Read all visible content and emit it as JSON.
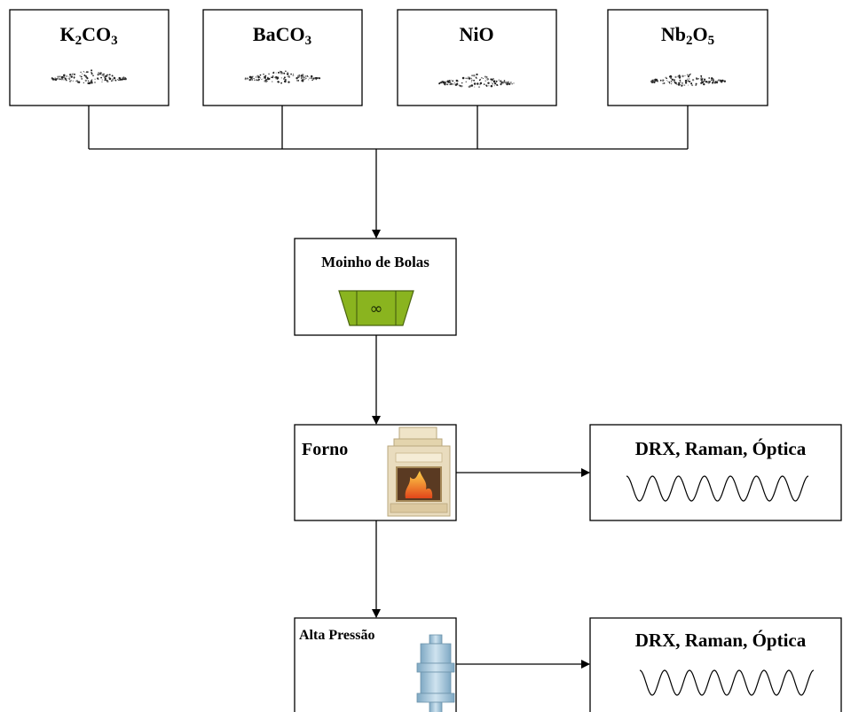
{
  "reagents": [
    {
      "name": "K",
      "sub": "2",
      "rest": "CO",
      "sub2": "3"
    },
    {
      "name": "BaCO",
      "sub": "3",
      "rest": "",
      "sub2": ""
    },
    {
      "name": "NiO",
      "sub": "",
      "rest": "",
      "sub2": ""
    },
    {
      "name": "Nb",
      "sub": "2",
      "rest": "O",
      "sub2": "5"
    }
  ],
  "steps": {
    "mill": {
      "label": "Moinho de Bolas",
      "symbol": "∞"
    },
    "furnace": {
      "label": "Forno"
    },
    "pressure": {
      "label": "Alta Pressão"
    }
  },
  "analysis": [
    {
      "label": "DRX, Raman, Óptica"
    },
    {
      "label": "DRX, Raman, Óptica"
    }
  ],
  "colors": {
    "line": "#000000",
    "mill_fill": "#8ab41f",
    "mill_stroke": "#4a6410",
    "furnace_body": "#e9dcbe",
    "furnace_fire": "#f07a1a",
    "cylinder": "#a9cbe0"
  }
}
